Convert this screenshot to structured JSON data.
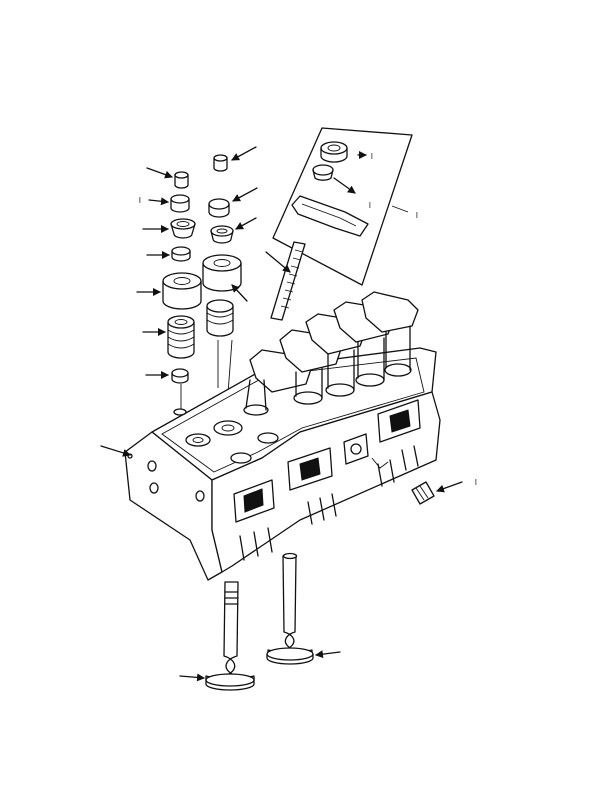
{
  "diagram": {
    "callout_labels": [
      {
        "id": "c1",
        "text": "l"
      },
      {
        "id": "c2",
        "text": "l"
      },
      {
        "id": "c3",
        "text": "l"
      },
      {
        "id": "c4",
        "text": "l"
      },
      {
        "id": "c5",
        "text": "l"
      }
    ]
  },
  "colors": {
    "ink": "#111111",
    "paper": "#ffffff"
  }
}
